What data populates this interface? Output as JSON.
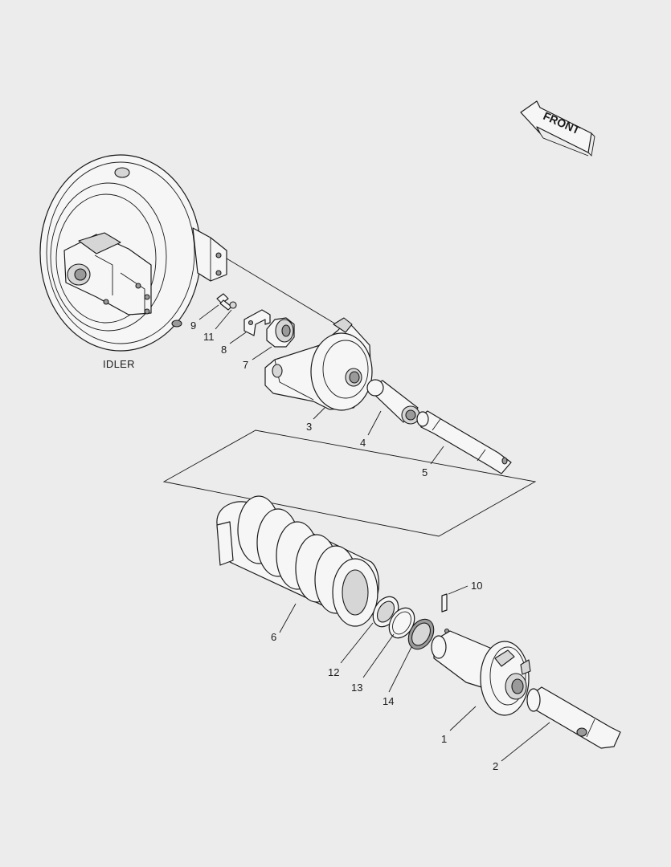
{
  "diagram": {
    "labels": {
      "idler": "IDLER",
      "front": "FRONT",
      "p1": "1",
      "p2": "2",
      "p3": "3",
      "p4": "4",
      "p5": "5",
      "p6": "6",
      "p7": "7",
      "p8": "8",
      "p9": "9",
      "p10": "10",
      "p11": "11",
      "p12": "12",
      "p13": "13",
      "p14": "14"
    }
  }
}
